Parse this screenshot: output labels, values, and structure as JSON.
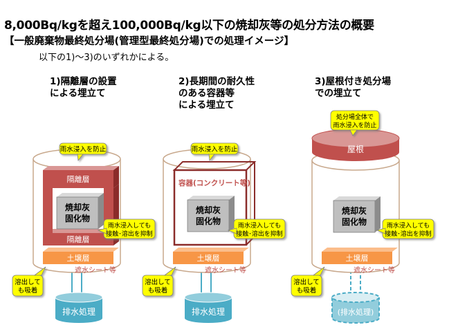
{
  "header": {
    "title": "8,000Bq/kgを超え100,000Bq/kg以下の焼却灰等の処分方法の概要",
    "subtitle": "【一般廃棄物最終処分場(管理型最終処分場)での処理イメージ】",
    "note": "以下の1)～3)のいずれかによる。"
  },
  "methods": [
    {
      "heading_line1": "1)隔離層の設置",
      "heading_line2": "による埋立て",
      "heading_line3": "",
      "rain_callout": "雨水浸入を防止",
      "upper_layer": "隔離層",
      "lower_layer": "隔離層",
      "ash_line1": "焼却灰",
      "ash_line2": "固化物",
      "contact_line1": "雨水浸入しても",
      "contact_line2": "接触･溶出を抑制",
      "soil_layer": "土壌層",
      "sheet": "遮水シート等",
      "adsorb_line1": "溶出して",
      "adsorb_line2": "も吸着",
      "drain": "排水処理"
    },
    {
      "heading_line1": "2)長期間の耐久性",
      "heading_line2": "のある容器等",
      "heading_line3": "による埋立て",
      "rain_callout": "雨水浸入を防止",
      "container_label": "容器(コンクリート等)",
      "ash_line1": "焼却灰",
      "ash_line2": "固化物",
      "contact_line1": "雨水浸入しても",
      "contact_line2": "接触･溶出を抑制",
      "soil_layer": "土壌層",
      "sheet": "遮水シート等",
      "adsorb_line1": "溶出して",
      "adsorb_line2": "も吸着",
      "drain": "排水処理"
    },
    {
      "heading_line1": "3)屋根付き処分場",
      "heading_line2": "での埋立て",
      "heading_line3": "",
      "roof_callout_line1": "処分場全体で",
      "roof_callout_line2": "雨水浸入を防止",
      "roof": "屋根",
      "ash_line1": "焼却灰",
      "ash_line2": "固化物",
      "contact_line1": "雨水浸入しても",
      "contact_line2": "接触･溶出を抑制",
      "soil_layer": "土壌層",
      "sheet": "遮水シート等",
      "adsorb_line1": "溶出して",
      "adsorb_line2": "も吸着",
      "drain": "(排水処理)"
    }
  ],
  "colors": {
    "layer_red": "#c0504d",
    "layer_red_dark": "#8b2c2a",
    "soil_orange": "#f79646",
    "ash_gray": "#bfbfbf",
    "callout_yellow": "#ffff00",
    "tank_blue": "#4bacc6",
    "cylinder_line": "#c8a88c"
  }
}
